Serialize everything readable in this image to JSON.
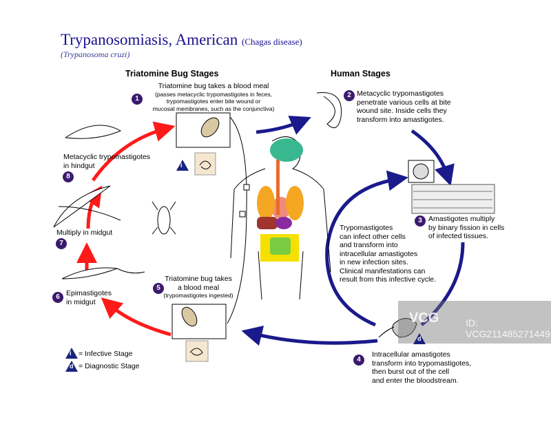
{
  "title": {
    "main": "Trypanosomiasis, American",
    "paren": "(Chagas disease)",
    "organism": "(Trypanosoma cruzi)"
  },
  "headings": {
    "bug": "Triatomine Bug Stages",
    "human": "Human Stages"
  },
  "steps": [
    {
      "n": "1",
      "lines": [
        "Triatomine bug takes a blood meal",
        "(passes metacyclic trypomastigotes in feces,",
        "trypomastigotes enter bite wound or",
        "mucosal membranes, such as the conjunctiva)"
      ]
    },
    {
      "n": "2",
      "lines": [
        "Metacyclic trypomastigotes",
        "penetrate various cells at bite",
        "wound site.  Inside cells they",
        "transform into amastigotes."
      ]
    },
    {
      "n": "3",
      "lines": [
        "Amastigotes multiply",
        "by binary fission in cells",
        "of infected tissues."
      ]
    },
    {
      "n": "4",
      "lines": [
        "Intracellular amastigotes",
        "transform into trypomastigotes,",
        "then burst out of the cell",
        "and enter the bloodstream."
      ]
    },
    {
      "n": "5",
      "lines": [
        "Triatomine bug takes",
        "a blood meal",
        "(trypomastigotes ingested)"
      ]
    },
    {
      "n": "6",
      "lines": [
        "Epimastigotes",
        "in midgut"
      ]
    },
    {
      "n": "7",
      "lines": [
        "Multiply in midgut"
      ]
    },
    {
      "n": "8",
      "lines": [
        "Metacyclic trypomastigotes",
        "in hindgut"
      ]
    }
  ],
  "cycle_note": [
    "Trypomastigotes",
    "can infect other cells",
    "and transform into",
    "intracellular amastigotes",
    "in new infection sites.",
    "Clinical manifestations can",
    "result from this infective cycle."
  ],
  "legend": [
    {
      "symbol": "i",
      "label": "= Infective Stage"
    },
    {
      "symbol": "d",
      "label": "= Diagnostic Stage"
    }
  ],
  "watermark": {
    "logo": "VCG",
    "id": "ID: VCG211485271449"
  },
  "colors": {
    "title": "#1a0f8f",
    "bug_arrows": "#ff1a1a",
    "human_arrows": "#1a1a8c",
    "step_badge": "#3b1a6e"
  }
}
